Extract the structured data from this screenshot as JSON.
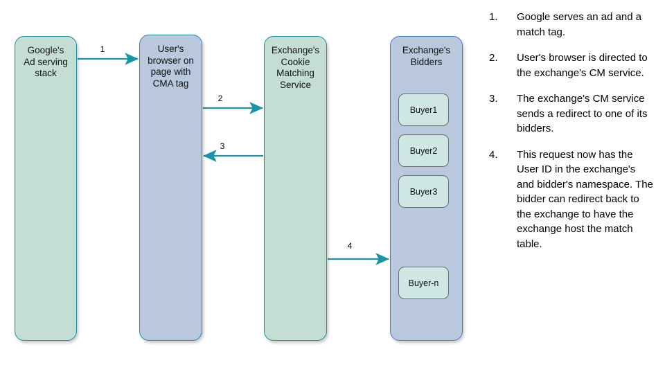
{
  "diagram": {
    "boxes": [
      {
        "id": "ad-serving",
        "label": "Google's\nAd serving\nstack",
        "fill": "#c5ded3",
        "border": "#1b8fa5"
      },
      {
        "id": "user-browser",
        "label": "User's\nbrowser on\npage with\nCMA tag",
        "fill": "#b9c8dc",
        "border": "#1b8fa5"
      },
      {
        "id": "cm-service",
        "label": "Exchange's\nCookie\nMatching\nService",
        "fill": "#c5ded3",
        "border": "#1b8fa5"
      },
      {
        "id": "bidders",
        "label": "Exchange's\nBidders",
        "fill": "#b9c8dc",
        "border": "#4a78c2"
      }
    ],
    "buyers": [
      {
        "id": "buyer-1",
        "label": "Buyer1"
      },
      {
        "id": "buyer-2",
        "label": "Buyer2"
      },
      {
        "id": "buyer-3",
        "label": "Buyer3"
      },
      {
        "id": "buyer-n",
        "label": "Buyer-n"
      }
    ],
    "arrows": [
      {
        "id": "arrow-1",
        "label": "1",
        "from": "ad-serving",
        "to": "user-browser",
        "direction": "right"
      },
      {
        "id": "arrow-2",
        "label": "2",
        "from": "user-browser",
        "to": "cm-service",
        "direction": "right"
      },
      {
        "id": "arrow-3",
        "label": "3",
        "from": "cm-service",
        "to": "user-browser",
        "direction": "left"
      },
      {
        "id": "arrow-4",
        "label": "4",
        "from": "cm-service",
        "to": "bidders",
        "direction": "right"
      }
    ],
    "arrow_color": "#1794a8",
    "buyer_fill": "#cfe7e2",
    "buyer_border": "#6b6b6b"
  },
  "steps": [
    {
      "number": "1.",
      "text": "Google serves an ad and a match tag."
    },
    {
      "number": "2.",
      "text": "User's browser is directed to the exchange's CM service."
    },
    {
      "number": "3.",
      "text": "The exchange's CM service sends a redirect to one of its bidders."
    },
    {
      "number": "4.",
      "text": "This request now has the User ID in the exchange's and bidder's namespace. The bidder can redirect back to the exchange to have the exchange host the match table."
    }
  ]
}
